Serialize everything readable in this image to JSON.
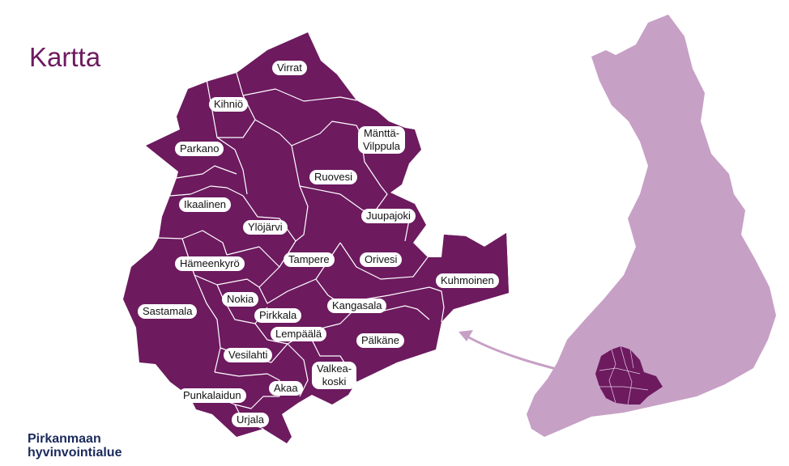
{
  "page": {
    "title": "Kartta"
  },
  "colors": {
    "region_fill": "#6d1a5f",
    "border": "#ffffff",
    "finland_fill": "#c7a0c6",
    "arrow": "#c7a0c6",
    "title": "#6d1a5f",
    "logo": "#1b2a5c"
  },
  "municipalities": [
    {
      "id": "virrat",
      "label": "Virrat"
    },
    {
      "id": "kihnio",
      "label": "Kihniö"
    },
    {
      "id": "parkano",
      "label": "Parkano"
    },
    {
      "id": "manttavilppula",
      "label": "Mänttä-\nVilppula"
    },
    {
      "id": "ruovesi",
      "label": "Ruovesi"
    },
    {
      "id": "ikaalinen",
      "label": "Ikaalinen"
    },
    {
      "id": "juupajoki",
      "label": "Juupajoki"
    },
    {
      "id": "ylojarvi",
      "label": "Ylöjärvi"
    },
    {
      "id": "hameenkyro",
      "label": "Hämeenkyrö"
    },
    {
      "id": "tampere",
      "label": "Tampere"
    },
    {
      "id": "orivesi",
      "label": "Orivesi"
    },
    {
      "id": "kuhmoinen",
      "label": "Kuhmoinen"
    },
    {
      "id": "sastamala",
      "label": "Sastamala"
    },
    {
      "id": "nokia",
      "label": "Nokia"
    },
    {
      "id": "pirkkala",
      "label": "Pirkkala"
    },
    {
      "id": "kangasala",
      "label": "Kangasala"
    },
    {
      "id": "lempaala",
      "label": "Lempäälä"
    },
    {
      "id": "palkane",
      "label": "Pälkäne"
    },
    {
      "id": "vesilahti",
      "label": "Vesilahti"
    },
    {
      "id": "valkeakoski",
      "label": "Valkea-\nkoski"
    },
    {
      "id": "akaa",
      "label": "Akaa"
    },
    {
      "id": "punkalaidun",
      "label": "Punkalaidun"
    },
    {
      "id": "urjala",
      "label": "Urjala"
    }
  ],
  "logo": {
    "line1": "Pirkanmaan",
    "line2": "hyvinvointialue"
  }
}
